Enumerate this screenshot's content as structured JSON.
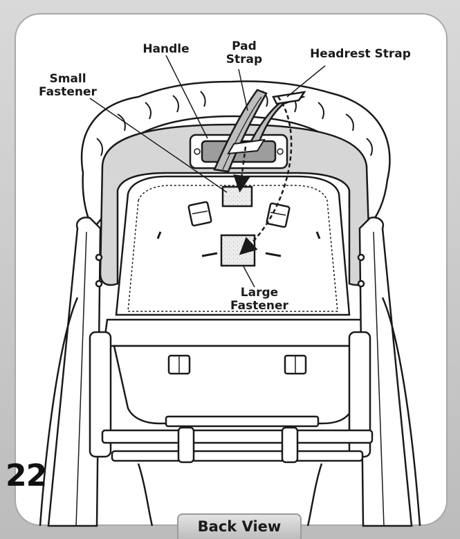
{
  "labels": {
    "handle": "Handle",
    "pad_strap_line1": "Pad",
    "pad_strap_line2": "Strap",
    "headrest_strap": "Headrest Strap",
    "small_fastener_line1": "Small",
    "small_fastener_line2": "Fastener",
    "large_fastener_line1": "Large",
    "large_fastener_line2": "Fastener"
  },
  "step_number": "22",
  "view_caption": "Back View",
  "colors": {
    "frame_grey": "#c9c9c9",
    "headrest_grey": "#d6d6d6",
    "line": "#1a1a1a",
    "fastener": "#e8e8e8"
  }
}
